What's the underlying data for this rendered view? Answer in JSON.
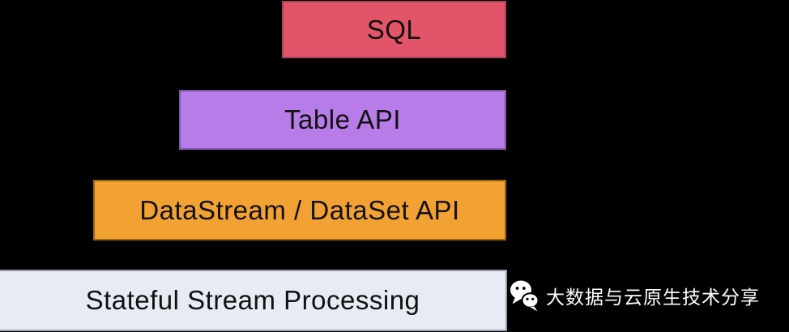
{
  "diagram": {
    "background": "#000000",
    "text_color": "#111111",
    "layers": [
      {
        "id": "sql",
        "label": "SQL",
        "fill": "#e25568",
        "border": "#a8415a"
      },
      {
        "id": "table-api",
        "label": "Table API",
        "fill": "#b77ce8",
        "border": "#7e57a5"
      },
      {
        "id": "datastream",
        "label": "DataStream / DataSet API",
        "fill": "#f2a233",
        "border": "#9c640f"
      },
      {
        "id": "stateful",
        "label": "Stateful Stream Processing",
        "fill": "#e6ebf4",
        "border": "#99a1b1"
      }
    ]
  },
  "branding": {
    "icon": "wechat-icon",
    "label": "大数据与云原生技术分享",
    "color": "#ffffff"
  }
}
